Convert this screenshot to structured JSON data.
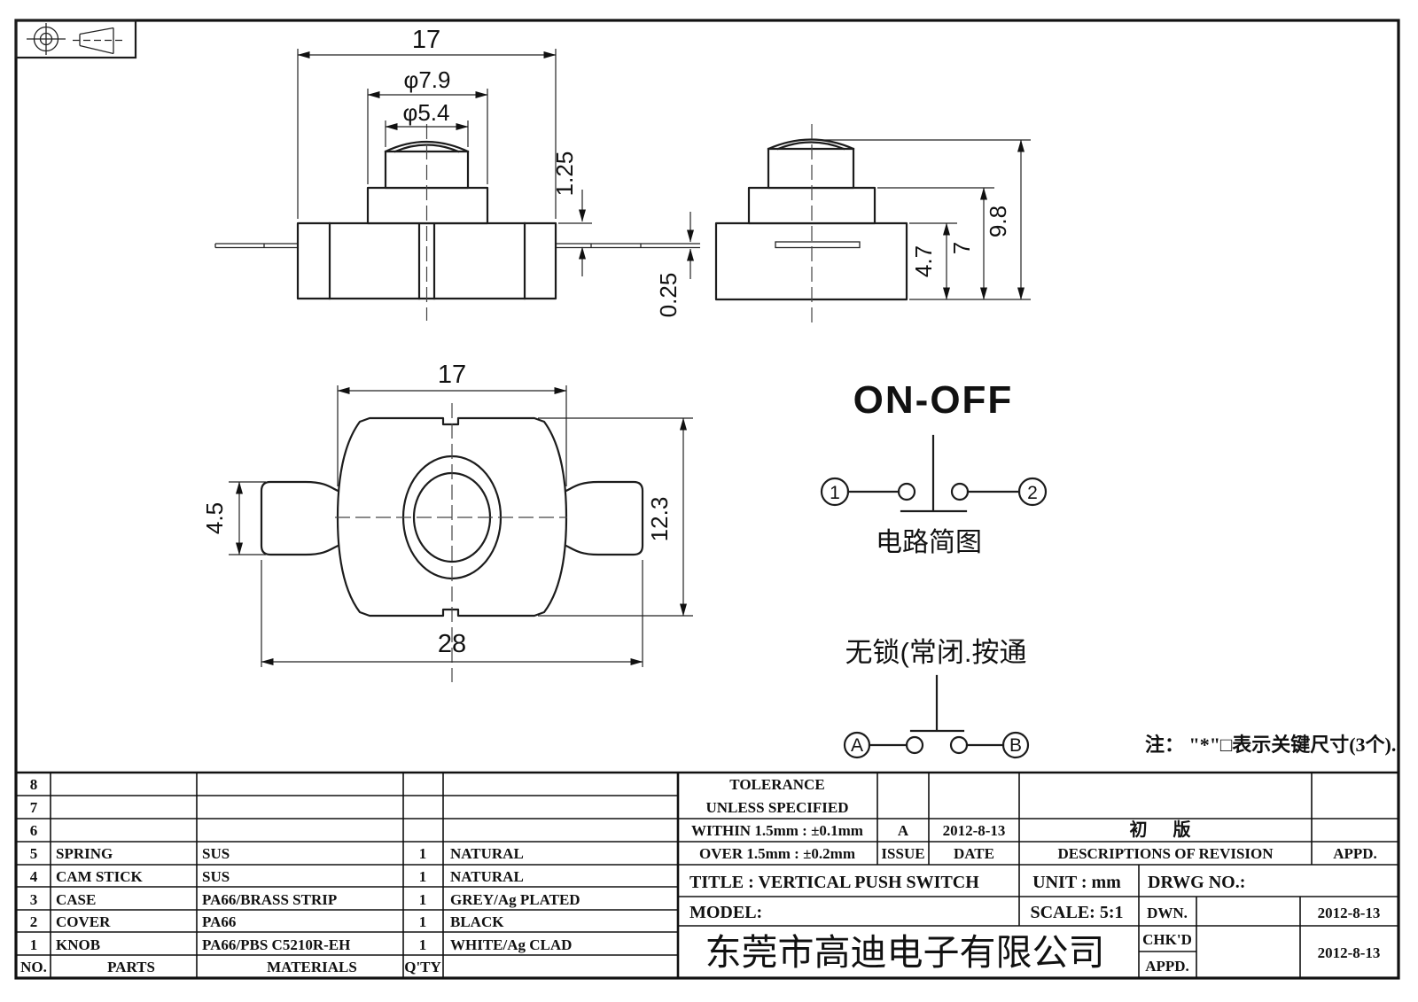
{
  "views": {
    "front": {
      "dim_width": "17",
      "dim_step_dia": "φ7.9",
      "dim_knob_dia": "φ5.4",
      "dim_step_offset": "1.25",
      "dim_lead_thickness": "0.25"
    },
    "side": {
      "dim_base_height": "4.7",
      "dim_body_height": "7",
      "dim_total_height": "9.8"
    },
    "top": {
      "dim_width": "17",
      "dim_terminal_width": "4.5",
      "dim_depth": "12.3",
      "dim_length": "28"
    }
  },
  "circuits": {
    "onoff": {
      "title": "ON-OFF",
      "terminal_1": "1",
      "terminal_2": "2",
      "caption": "电路简图"
    },
    "momentary": {
      "title": "无锁(常闭.按通",
      "terminal_a": "A",
      "terminal_b": "B"
    }
  },
  "note": "注： \"*\"□表示关键尺寸(3个).",
  "parts_table": {
    "header": {
      "no": "NO.",
      "parts": "PARTS",
      "materials": "MATERIALS",
      "qty": "Q'TY"
    },
    "rows": [
      {
        "no": "8",
        "part": "",
        "material": "",
        "qty": "",
        "finish": ""
      },
      {
        "no": "7",
        "part": "",
        "material": "",
        "qty": "",
        "finish": ""
      },
      {
        "no": "6",
        "part": "",
        "material": "",
        "qty": "",
        "finish": ""
      },
      {
        "no": "5",
        "part": "SPRING",
        "material": "SUS",
        "qty": "1",
        "finish": "NATURAL"
      },
      {
        "no": "4",
        "part": "CAM STICK",
        "material": "SUS",
        "qty": "1",
        "finish": "NATURAL"
      },
      {
        "no": "3",
        "part": "CASE",
        "material": "PA66/BRASS STRIP",
        "qty": "1",
        "finish": "GREY/Ag PLATED"
      },
      {
        "no": "2",
        "part": "COVER",
        "material": "PA66",
        "qty": "1",
        "finish": "BLACK"
      },
      {
        "no": "1",
        "part": "KNOB",
        "material": "PA66/PBS C5210R-EH",
        "qty": "1",
        "finish": "WHITE/Ag CLAD"
      }
    ]
  },
  "tolerance_block": {
    "line1": "TOLERANCE",
    "line2": "UNLESS  SPECIFIED",
    "within": "WITHIN 1.5mm : ±0.1mm",
    "over": "OVER 1.5mm : ±0.2mm"
  },
  "revision_row": {
    "issue": "A",
    "date": "2012-8-13",
    "description": "初 版"
  },
  "labels_row": {
    "issue": "ISSUE",
    "date": "DATE",
    "description": "DESCRIPTIONS OF REVISION",
    "appd": "APPD."
  },
  "title_block": {
    "title": "TITLE :  VERTICAL PUSH SWITCH",
    "unit": "UNIT :  mm",
    "drwg": "DRWG NO.:",
    "model": "MODEL:",
    "scale": "SCALE:  5:1",
    "company": "东莞市高迪电子有限公司",
    "dwn_label": "DWN.",
    "chkd_label": "CHK'D",
    "appd_label": "APPD.",
    "dwn_date": "2012-8-13",
    "chkd_date": "2012-8-13"
  }
}
